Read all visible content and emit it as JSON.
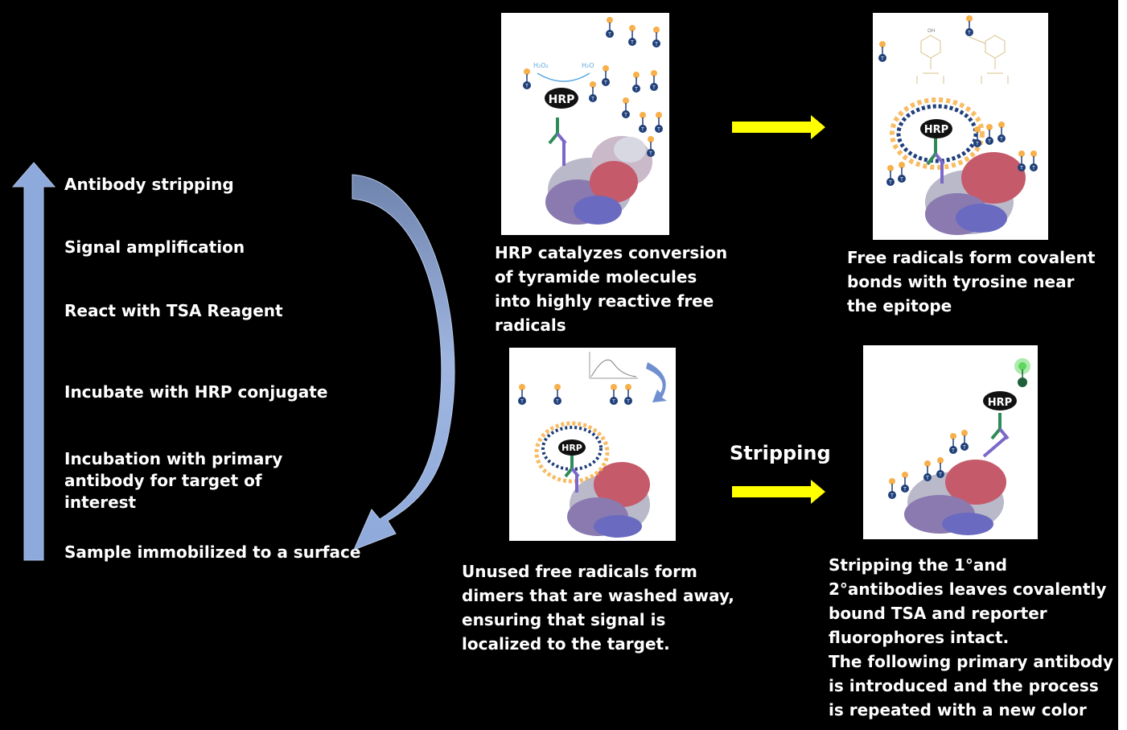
{
  "steps": [
    "Antibody stripping",
    "Signal amplification",
    "React with TSA Reagent",
    "Incubate with HRP conjugate",
    "Incubation with primary antibody for target of interest",
    "Sample immobilized to a surface"
  ],
  "captions": {
    "panel1": "HRP catalyzes conversion of tyramide molecules into highly reactive free radicals",
    "panel2": "Free radicals form covalent bonds with tyrosine near the epitope",
    "panel3": "Unused free radicals form dimers that are washed away, ensuring that signal is localized to the target.",
    "panel4_line1": "Stripping the 1°and 2°antibodies leaves covalently bound TSA and reporter fluorophores intact.",
    "panel4_line2": "The following primary antibody is introduced and the process is repeated with a new color"
  },
  "labels": {
    "hrp": "HRP",
    "stripping": "Stripping",
    "tyramide": "T",
    "h2o2": "H₂O₂",
    "h2o": "H₂O",
    "oh": "OH"
  },
  "colors": {
    "background": "#000000",
    "arrow_blue": "#8ea9db",
    "yellow_arrow": "#ffff00",
    "antibody_green": "#2e8b57",
    "antibody_purple": "#7b68c8",
    "tyramide_orange": "#f7b04a",
    "tyramide_blue": "#1f3f7a",
    "fluor_green": "#5cd65c"
  }
}
